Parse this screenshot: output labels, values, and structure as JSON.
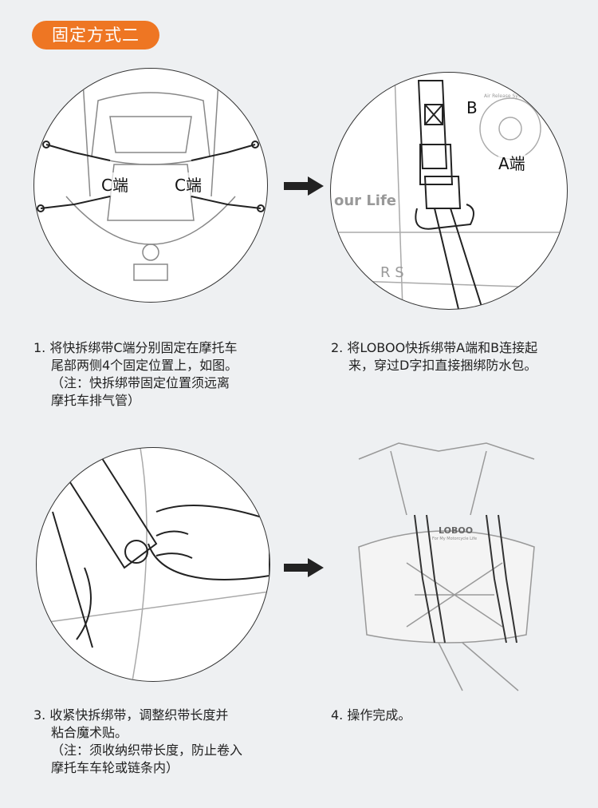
{
  "header": {
    "title": "固定方式二"
  },
  "steps": [
    {
      "lines": [
        "1. 将快拆绑带C端分别固定在摩托车",
        "尾部两侧4个固定位置上，如图。",
        "（注：快拆绑带固定位置须远离",
        "摩托车排气管）"
      ]
    },
    {
      "lines": [
        "2. 将LOBOO快拆绑带A端和B连接起",
        "来，穿过D字扣直接捆绑防水包。"
      ]
    },
    {
      "lines": [
        "3. 收紧快拆绑带，调整织带长度并",
        "粘合魔术贴。",
        "（注：须收纳织带长度，防止卷入",
        "摩托车车轮或链条内）"
      ]
    },
    {
      "lines": [
        "4. 操作完成。"
      ]
    }
  ],
  "figure1": {
    "label_left": "C端",
    "label_right": "C端"
  },
  "figure2": {
    "label_b": "B",
    "label_a": "A端",
    "brand_text": "our Life",
    "letters": "R  S",
    "valve_text": "Air Release System"
  },
  "figure4": {
    "brand": "LOBOO",
    "tagline": "For My Motorcycle Life"
  },
  "colors": {
    "accent": "#ee7623",
    "background": "#eef0f2"
  }
}
